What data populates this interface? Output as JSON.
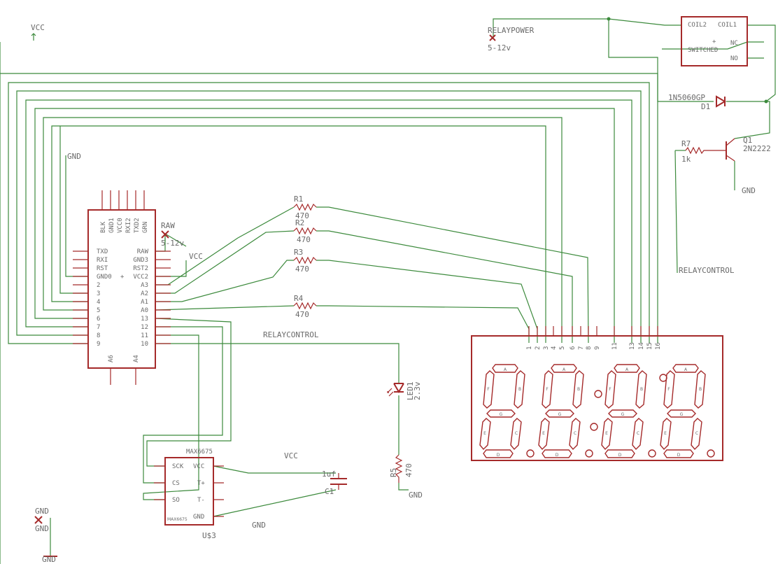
{
  "supply": {
    "vcc": "VCC",
    "gnd": "GND",
    "relaypower": "RELAYPOWER",
    "relaypower_value": "5-12v",
    "relaycontrol": "RELAYCONTROL",
    "raw": "RAW",
    "raw_value": "5-12v"
  },
  "relay": {
    "coil2": "COIL2",
    "coil1": "COIL1",
    "plus": "+",
    "switched": "SWITCHED",
    "nc": "NC",
    "no": "NO"
  },
  "diode": {
    "part": "1N5060GP",
    "name": "D1"
  },
  "transistor": {
    "name": "Q1",
    "part": "2N2222"
  },
  "r7": {
    "name": "R7",
    "value": "1k"
  },
  "resistors": [
    {
      "name": "R1",
      "value": "470"
    },
    {
      "name": "R2",
      "value": "470"
    },
    {
      "name": "R3",
      "value": "470"
    },
    {
      "name": "R4",
      "value": "470"
    }
  ],
  "r5": {
    "name": "R5",
    "value": "470"
  },
  "led": {
    "name": "LED1",
    "value": "2.3v"
  },
  "arduino": {
    "top_pins": [
      "BLK",
      "GND1",
      "VCC0",
      "RXI2",
      "TXD2",
      "GRN"
    ],
    "left_pins": [
      "TXD",
      "RXI",
      "RST",
      "GND0",
      "2",
      "3",
      "4",
      "5",
      "6",
      "7",
      "8",
      "9"
    ],
    "right_pins": [
      "RAW",
      "GND3",
      "RST2",
      "VCC2",
      "A3",
      "A2",
      "A1",
      "A0",
      "13",
      "12",
      "11",
      "10"
    ],
    "plus": "+",
    "bottom_pins": [
      "A6",
      "A4"
    ]
  },
  "max6675": {
    "title": "MAX6675",
    "pins_left": [
      "SCK",
      "CS",
      "SO"
    ],
    "pins_right": [
      "VCC",
      "T+",
      "T-",
      "GND"
    ],
    "part": "MAX6675",
    "name": "U$3"
  },
  "capacitor": {
    "name": "C1",
    "value": "1uf"
  },
  "display": {
    "pin_labels": [
      "1",
      "2",
      "3",
      "4",
      "5",
      "6",
      "7",
      "8",
      "9",
      "11",
      "13",
      "14",
      "15",
      "16"
    ],
    "segment_letters": [
      "A",
      "B",
      "C",
      "D",
      "E",
      "F",
      "G"
    ],
    "digits": 4
  }
}
